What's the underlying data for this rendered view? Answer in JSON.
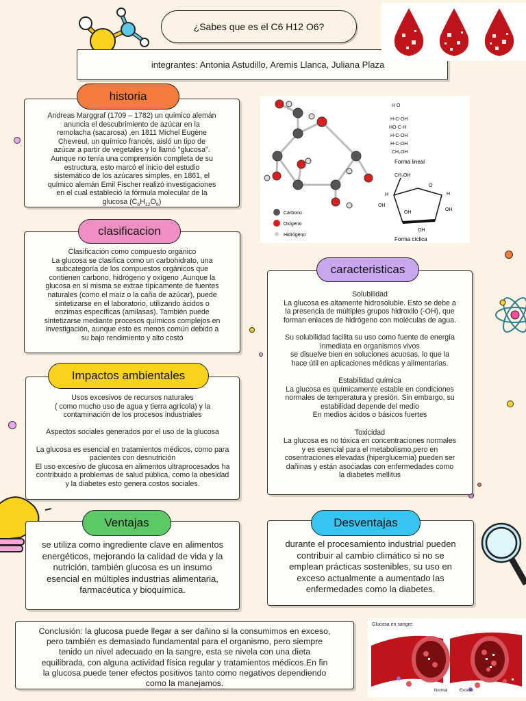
{
  "title": "¿Sabes que es el C6 H12 O6?",
  "members": "integrantes: Antonia Astudillo, Aremis Llanca, Juliana Plaza",
  "historia": {
    "heading": "historia",
    "body": "Andreas Marggraf (1709 – 1782) un químico alemán\nanuncia el descubrimiento de azúcar en la\nremolacha (sacarosa) ,en 1811 Michel Eugène\nChevreul, un químico francés, aisló un tipo de\nazúcar a partir de vegetales y lo llamó \"glucosa\".\nAunque no tenía una comprensión completa de su\nestructura, esto marcó el inicio del estudio\nsistemático de los azúcares simples, en 1861, el\nquímico alemán Emil Fischer realizó investigaciones\nen el cual estableció la fórmula molecular de la",
    "formula_prefix": "glucosa (C",
    "formula_c": "6",
    "formula_h_label": "H",
    "formula_h": "12",
    "formula_o_label": "O",
    "formula_o": "6",
    "formula_suffix": ")"
  },
  "clasificacion": {
    "heading": "clasificacion",
    "body": "Clasificación como compuesto orgánico\nLa glucosa se clasifica como un carbohidrato, una\nsubcategoría de los compuestos orgánicos que\ncontienen carbono, hidrógeno y oxígeno ,Aunque la\nglucosa en sí misma se extrae típicamente de fuentes\nnaturales (como el maíz o la caña de azúcar), puede\nsintetizarse en el laboratorio, utilizando ácidos o\nenzimas específicas (amilasas). También puede\nsintetizarse mediante procesos químicos complejos en\ninvestigación, aunque esto es menos común debido a\nsu bajo rendimiento y alto costó"
  },
  "impactos": {
    "heading": "Impactos ambientales",
    "body": "Usos excesivos de recursos naturales\n( como mucho uso de agua y tierra agrícola) y la\ncontaminación de los procesos industriales\n\nAspectos sociales generados por el uso de la glucosa\n\nLa glucosa es esencial en tratamientos médicos, como para\npacientes con desnutrición\nEl uso excesivo de glucosa en alimentos ultraprocesados ha\ncontribuido a problemas de salud pública, como la obesidad\ny la diabetes esto genera costos sociales."
  },
  "caracteristicas": {
    "heading": "caracteristicas",
    "body": "Solubilidad\nLa glucosa es altamente hidrosoluble. Esto se debe a\nla presencia de múltiples grupos hidroxilo (-OH), que\nforman enlaces de hidrógeno con moléculas de agua.\n\nSu solubilidad facilita su uso como fuente de energía\ninmediata en organismos vivos\nse disuelve bien en soluciones acuosas, lo que la\nhace útil en aplicaciones médicas y alimentarias.\n\nEstabilidad química\nLa glucosa es químicamente estable en condiciones\nnormales de temperatura y presión. Sin embargo, su\nestabilidad depende del medio\nEn medios ácidos o básicos fuertes\n\nToxicidad\nLa glucosa es no tóxica en concentraciones normales\ny es esencial para el metabolismo,pero en\ncosentraciones elevadas (hiperglucemia) pueden ser\ndañinas y están asociadas con enfermedades como\nla diabetes mellitus"
  },
  "ventajas": {
    "heading": "Ventajas",
    "body": "se utiliza como ingrediente clave en alimentos\nenergéticos, mejorando la calidad de vida y la\nnutrición, también glucosa es un insumo\nesencial en múltiples industrias alimentaria,\nfarmacéutica y bioquímica."
  },
  "desventajas": {
    "heading": "Desventajas",
    "body": "durante el procesamiento industrial pueden\ncontribuir al cambio climático si no se\nemplean prácticas sostenibles,  su uso en\nexceso actualmente a aumentado las\nenfermedades como la diabetes."
  },
  "conclusion": {
    "body": "Conclusión: la glucosa puede llegar a ser dañino si la consumimos en exceso,\npero también es demasiado fundamental para el organismo, pero siempre\ntenido un nivel adecuado en la sangre, esta se nivela con una dieta\nequilibrada, con alguna actividad física regular y tratamientos médicos.En fin\nla glucosa puede tener efectos positivos tanto como negativos dependiendo\ncomo la manejamos."
  },
  "diagram": {
    "legend_carbon": "Carbono",
    "legend_oxygen": "Oxígeno",
    "legend_hydrogen": "Hidrógeno",
    "linear_label": "Forma lineal",
    "cyclic_label": "Forma cíclica",
    "ch2oh": "CH₂OH",
    "linear_lines": [
      "H   O",
      "H-C-OH",
      "HO-C-H",
      "H-C-OH",
      "H-C-OH",
      "CH₂OH"
    ],
    "ring_oh": "OH",
    "ring_h": "H",
    "ring_o": "O"
  },
  "blood_image": {
    "caption": "Glucosa en sangre:",
    "left_label": "Normal",
    "right_label": "Exceso"
  },
  "colors": {
    "historia": "#f47b3c",
    "clasificacion": "#f08fc4",
    "impactos": "#f9d21e",
    "caracteristicas": "#c8a7ef",
    "ventajas": "#5cc866",
    "desventajas": "#35c5f0",
    "title": "#f9d21e",
    "blood": "#c0141b"
  }
}
